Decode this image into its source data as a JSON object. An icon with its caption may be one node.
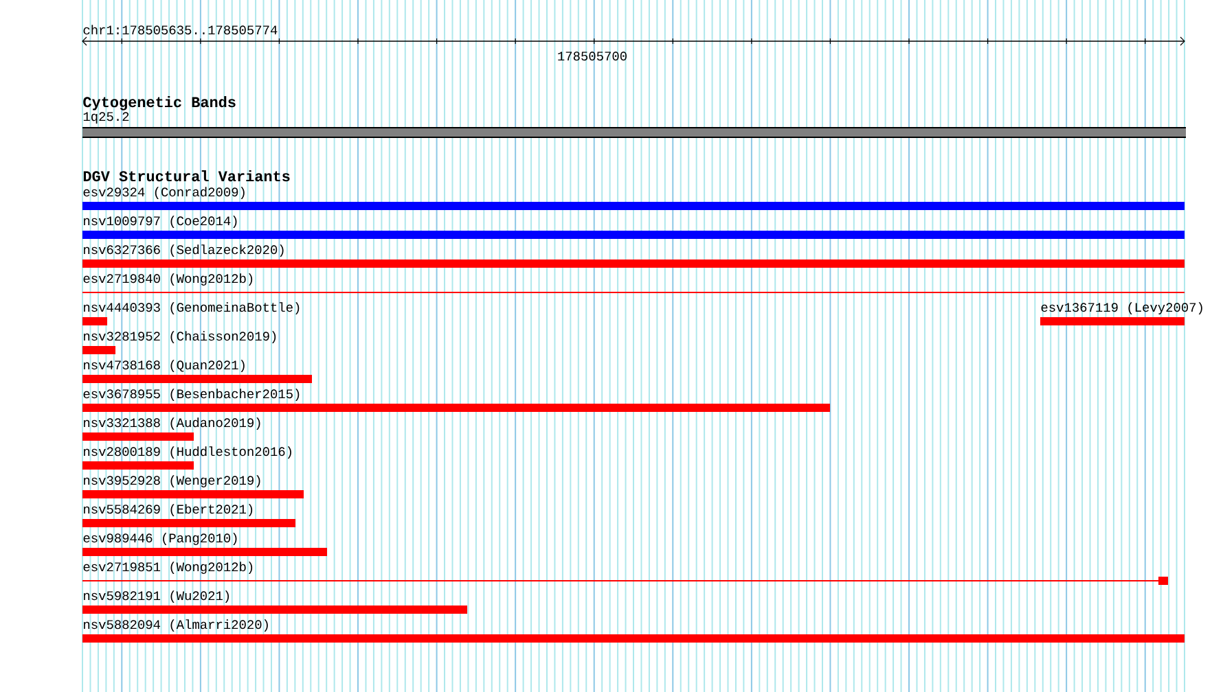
{
  "diagram": {
    "nodes": [
      {
        "text": [
          "1q25.2"
        ]
      },
      {
        "text": [
          "esv29324 (Conrad2009)"
        ]
      },
      {
        "text": [
          "nsv1009797 (Coe2014)"
        ]
      },
      {
        "text": [
          "nsv6327366 (Sedlazeck2020)"
        ]
      },
      {
        "text": [
          "esv2719840 (Wong2012b)"
        ]
      },
      {
        "text": [
          "nsv4440393 (GenomeinaBottle)"
        ]
      },
      {
        "text": [
          "esv1367119 (Levy2007)"
        ]
      },
      {
        "text": [
          "nsv3281952 (Chaisson2019)"
        ]
      },
      {
        "text": [
          "nsv4738168 (Quan2021)"
        ]
      },
      {
        "text": [
          "esv3678955 (Besenbacher2015)"
        ]
      },
      {
        "text": [
          "nsv3321388 (Audano2019)"
        ]
      },
      {
        "text": [
          "nsv2800189 (Huddleston2016)"
        ]
      },
      {
        "text": [
          "nsv3952928 (Wenger2019)"
        ]
      },
      {
        "text": [
          "nsv5584269 (Ebert2021)"
        ]
      },
      {
        "text": [
          "esv989446 (Pang2010)"
        ]
      },
      {
        "text": [
          "esv2719851 (Wong2012b)"
        ]
      },
      {
        "text": [
          "nsv5982191 (Wu2021)"
        ]
      },
      {
        "text": [
          "nsv5882094 (Almarri2020)"
        ]
      }
    ],
    "labels": [
      "chr1:178505635..178505774",
      "178505700",
      "Cytogenetic Bands",
      "DGV Structural Variants"
    ]
  }
}
